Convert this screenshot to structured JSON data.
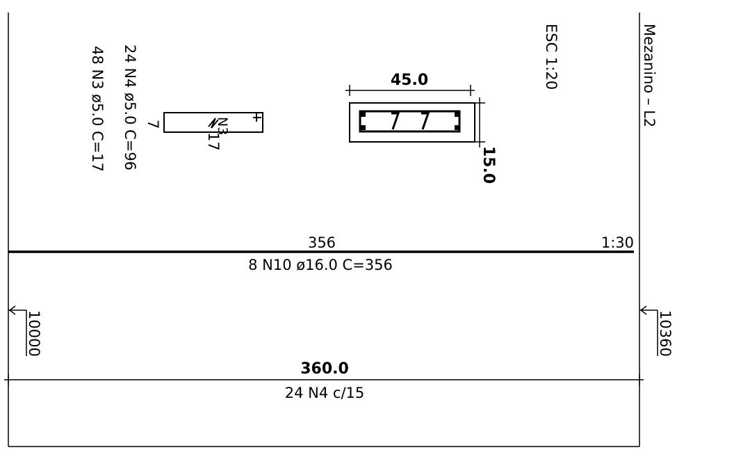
{
  "drawing": {
    "title_vertical": "Mezanino – L2",
    "scale_vertical": "ESC 1:20",
    "stirrup_n4": "24 N4 ø5.0 C=96",
    "stirrup_n3": "48 N3 ø5.0 C=17",
    "small_bar_left_label": "7",
    "small_bar_tag": "N3",
    "small_bar_right_label": "17",
    "section_width": "45.0",
    "section_height": "15.0",
    "main_bar_length": "356",
    "main_bar_scale": "1:30",
    "main_bar_spec": "8 N10 ø16.0 C=356",
    "left_marker": "10000",
    "right_marker": "10360",
    "span_dimension": "360.0",
    "span_spec": "24 N4 c/15"
  }
}
